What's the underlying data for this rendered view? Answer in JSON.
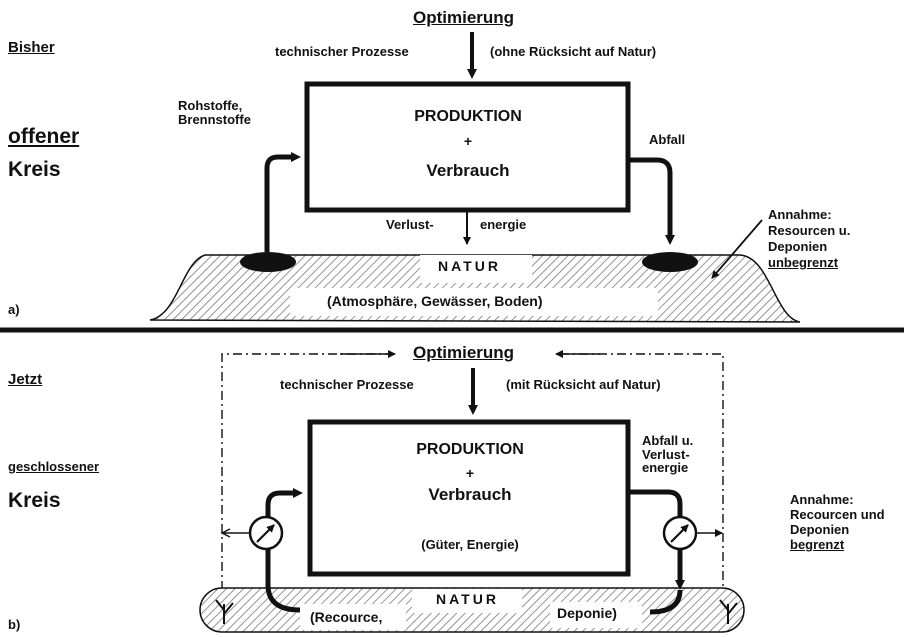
{
  "part_a": {
    "section_label": "Bisher",
    "circle_title_1": "offener",
    "circle_title_2": "Kreis",
    "optimization_heading": "Optimierung",
    "process_label": "technischer Prozesse",
    "constraint_label": "(ohne Rücksicht auf Natur)",
    "box_title": "PRODUKTION",
    "box_plus": "+",
    "box_subtitle": "Verbrauch",
    "input_label": "Rohstoffe,\nBrennstoffe",
    "waste_label": "Abfall",
    "loss_label_1": "Verlust-",
    "loss_label_2": "energie",
    "nature_label": "NATUR",
    "nature_details": "(Atmosphäre, Gewässer, Boden)",
    "assumption_line1": "Annahme:",
    "assumption_line2": "Resourcen u.",
    "assumption_line3": "Deponien",
    "assumption_line4": "unbegrenzt",
    "panel_letter": "a)"
  },
  "part_b": {
    "section_label": "Jetzt",
    "circle_title_1": "geschlossener",
    "circle_title_2": "Kreis",
    "optimization_heading": "Optimierung",
    "process_label": "technischer Prozesse",
    "constraint_label": "(mit Rücksicht auf Natur)",
    "box_title": "PRODUKTION",
    "box_plus": "+",
    "box_subtitle": "Verbrauch",
    "box_detail": "(Güter, Energie)",
    "waste_label": "Abfall u.\nVerlust-\nenergie",
    "nature_label": "NATUR",
    "resource_label": "(Recource,",
    "deposit_label": "Deponie)",
    "assumption_line1": "Annahme:",
    "assumption_line2": "Recourcen und",
    "assumption_line3": "Deponien",
    "assumption_line4": "begrenzt",
    "panel_letter": "b)"
  }
}
